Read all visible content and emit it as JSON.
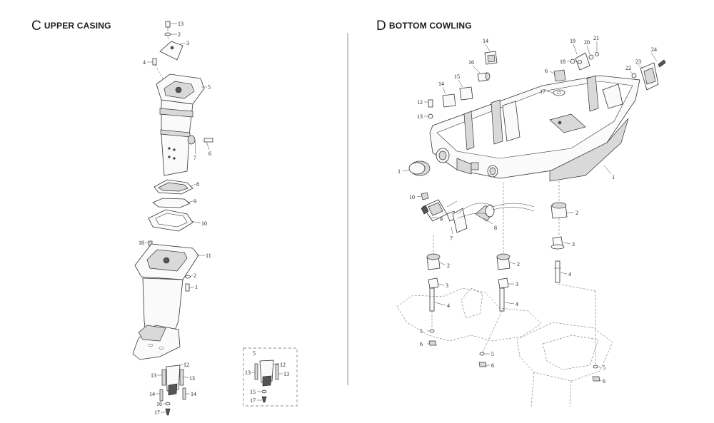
{
  "section_c": {
    "letter": "C",
    "title": "UPPER CASING"
  },
  "section_d": {
    "letter": "D",
    "title": "BOTTOM COWLING"
  },
  "labels_c": [
    "13",
    "2",
    "3",
    "4",
    "5",
    "6",
    "7",
    "8",
    "9",
    "10",
    "11",
    "18",
    "2",
    "1",
    "12",
    "13",
    "13",
    "14",
    "14",
    "16",
    "17"
  ],
  "inset_c": {
    "section_no": "5",
    "labels": [
      "12",
      "13",
      "13",
      "15",
      "17"
    ]
  },
  "labels_d": [
    "14",
    "16",
    "15",
    "14",
    "12",
    "13",
    "19",
    "20",
    "21",
    "18",
    "6",
    "17",
    "22",
    "23",
    "24",
    "1",
    "1",
    "10",
    "9",
    "7",
    "8",
    "2",
    "3",
    "4",
    "2",
    "3",
    "4",
    "5",
    "6",
    "2",
    "3",
    "4",
    "5",
    "6",
    "5",
    "6"
  ]
}
